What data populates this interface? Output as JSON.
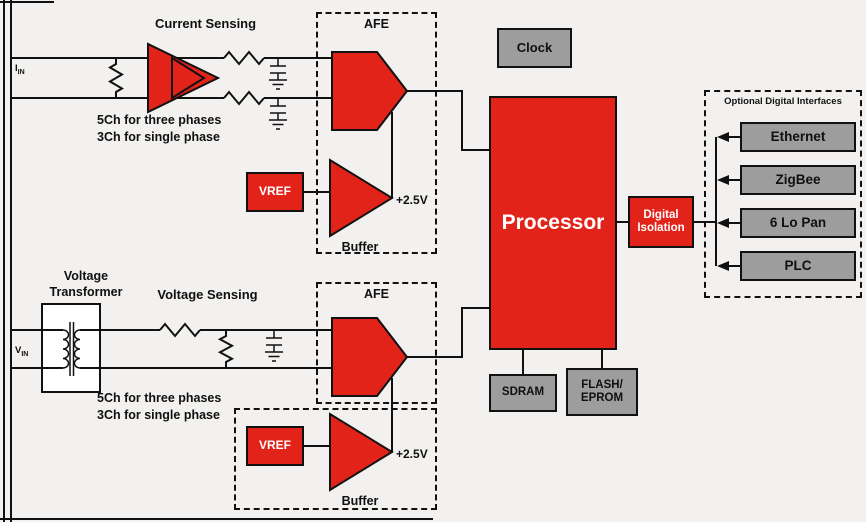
{
  "colors": {
    "red": "#E2231A",
    "box-gray": "#9D9D9D",
    "line": "#111111",
    "bg": "#F2F1EF"
  },
  "left_inputs": {
    "current_base": "I",
    "current_sub": "IN",
    "voltage_base": "V",
    "voltage_sub": "IN"
  },
  "current_chain": {
    "title": "Current Sensing",
    "afe_label": "AFE",
    "note1": "5Ch for three phases",
    "note2": "3Ch for single phase",
    "vref": "VREF",
    "buffer": "Buffer",
    "vout": "+2.5V"
  },
  "voltage_chain": {
    "transformer_line1": "Voltage",
    "transformer_line2": "Transformer",
    "title": "Voltage Sensing",
    "afe_label": "AFE",
    "note1": "5Ch for three phases",
    "note2": "3Ch for single phase",
    "vref": "VREF",
    "buffer": "Buffer",
    "vout": "+2.5V"
  },
  "clock": {
    "label": "Clock"
  },
  "processor": {
    "label": "Processor"
  },
  "memory": {
    "sdram": "SDRAM",
    "flash_line1": "FLASH/",
    "flash_line2": "EPROM"
  },
  "isolation": {
    "line1": "Digital",
    "line2": "Isolation"
  },
  "interfaces": {
    "title": "Optional Digital Interfaces",
    "items": [
      {
        "label": "Ethernet"
      },
      {
        "label": "ZigBee"
      },
      {
        "label": "6 Lo Pan"
      },
      {
        "label": "PLC"
      }
    ]
  }
}
